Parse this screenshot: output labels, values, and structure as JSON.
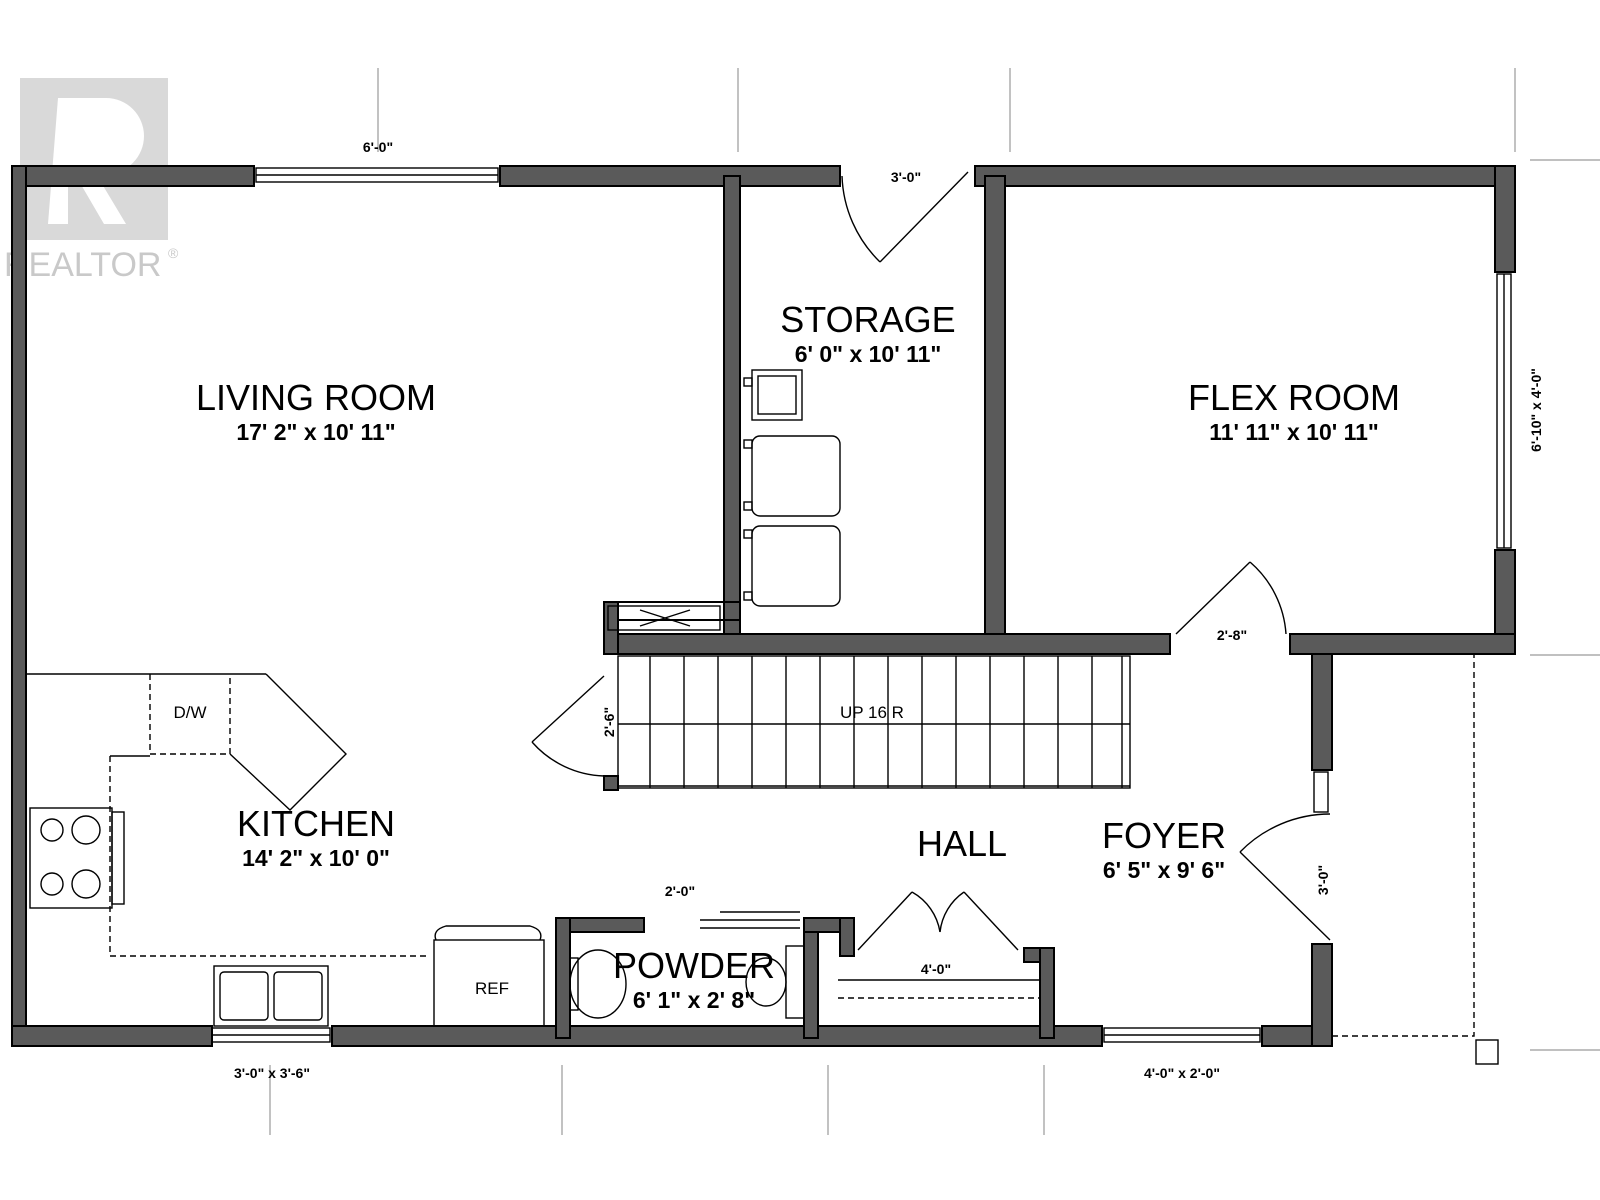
{
  "watermark": {
    "brand": "REALTOR",
    "mark": "®"
  },
  "rooms": [
    {
      "id": "living",
      "name": "LIVING ROOM",
      "dims": "17' 2\" x 10' 11\""
    },
    {
      "id": "storage",
      "name": "STORAGE",
      "dims": "6' 0\" x 10' 11\""
    },
    {
      "id": "flex",
      "name": "FLEX ROOM",
      "dims": "11' 11\" x 10' 11\""
    },
    {
      "id": "kitchen",
      "name": "KITCHEN",
      "dims": "14' 2\" x 10' 0\""
    },
    {
      "id": "hall",
      "name": "HALL",
      "dims": ""
    },
    {
      "id": "foyer",
      "name": "FOYER",
      "dims": "6' 5\" x 9' 6\""
    },
    {
      "id": "powder",
      "name": "POWDER",
      "dims": "6' 1\" x 2' 8\""
    }
  ],
  "openings": {
    "living_window_top": "6'-0\"",
    "storage_door": "3'-0\"",
    "flex_window_right": "6'-10\" x 4'-0\"",
    "flex_door": "2'-8\"",
    "stair_door": "2'-6\"",
    "powder_door": "2'-0\"",
    "closet_doors": "4'-0\"",
    "front_door": "3'-0\"",
    "kitchen_window": "3'-0\" x 3'-6\"",
    "foyer_window": "4'-0\" x 2'-0\""
  },
  "fixtures": {
    "dishwasher": "D/W",
    "refrigerator": "REF",
    "stairs": "UP 16 R"
  }
}
